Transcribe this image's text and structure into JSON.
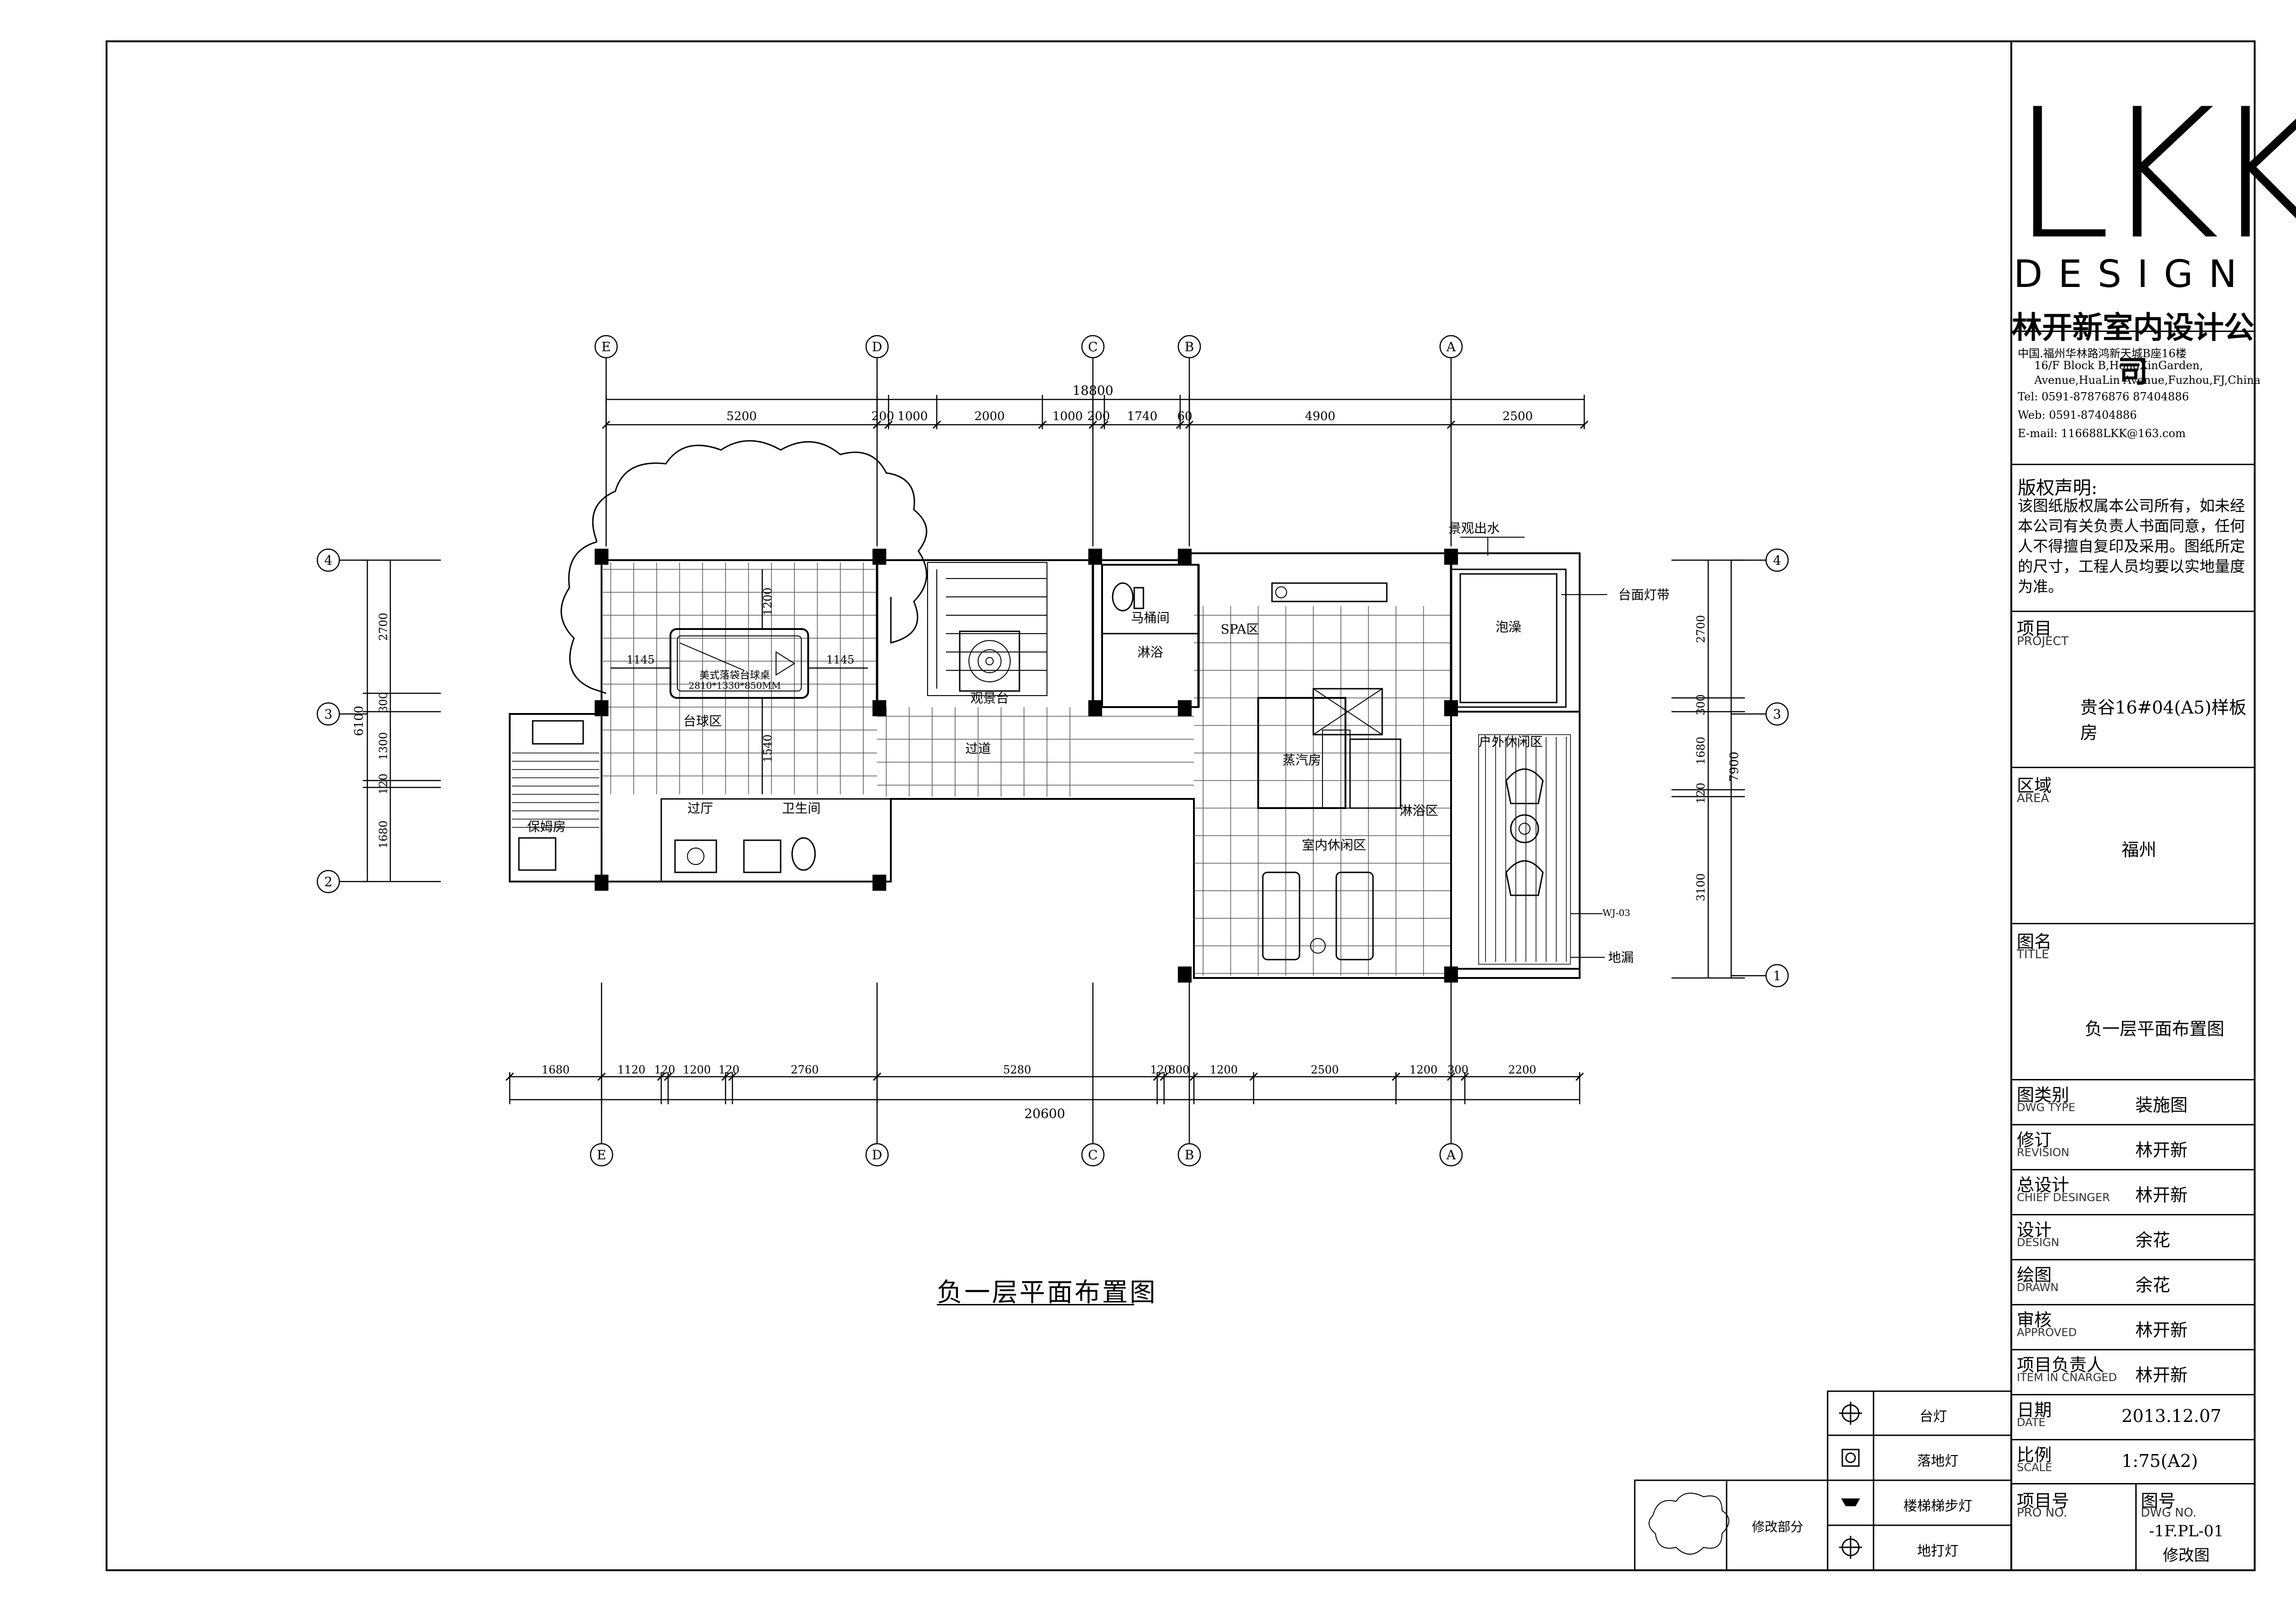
{
  "company": {
    "logo": "LKK",
    "logo_sub": "DESIGN",
    "name": "林开新室内设计公司",
    "address_lines": [
      "中国.福州华林路鸿新天城B座16楼",
      "16/F Block B,HongXinGarden,",
      "Avenue,HuaLin Avenue,Fuzhou,FJ,China",
      "Tel: 0591-87876876  87404886",
      "Web: 0591-87404886",
      "E-mail: 116688LKK@163.com"
    ]
  },
  "copyright": {
    "title": "版权声明:",
    "body": "该图纸版权属本公司所有，如未经本公司有关负责人书面同意，任何人不得擅自复印及采用。图纸所定的尺寸，工程人员均要以实地量度为准。"
  },
  "title_block": {
    "project": {
      "cn": "项目",
      "en": "PROJECT",
      "value": "贵谷16#04(A5)样板房"
    },
    "area": {
      "cn": "区域",
      "en": "AREA",
      "value": "福州"
    },
    "title": {
      "cn": "图名",
      "en": "TITLE",
      "value": "负一层平面布置图"
    },
    "rows": [
      {
        "cn": "图类别",
        "en": "DWG TYPE",
        "value": "装施图"
      },
      {
        "cn": "修订",
        "en": "REVISION",
        "value": "林开新"
      },
      {
        "cn": "总设计",
        "en": "CHIEF DESINGER",
        "value": "林开新"
      },
      {
        "cn": "设计",
        "en": "DESIGN",
        "value": "余花"
      },
      {
        "cn": "绘图",
        "en": "DRAWN",
        "value": "余花"
      },
      {
        "cn": "审核",
        "en": "APPROVED",
        "value": "林开新"
      },
      {
        "cn": "项目负责人",
        "en": "ITEM IN CNARGED",
        "value": "林开新"
      },
      {
        "cn": "日期",
        "en": "DATE",
        "value": "2013.12.07"
      },
      {
        "cn": "比例",
        "en": "SCALE",
        "value": "1:75(A2)"
      }
    ],
    "pro_no": {
      "cn": "项目号",
      "en": "PRO NO."
    },
    "dwg_no": {
      "cn": "图号",
      "en": "DWG NO.",
      "value": "-1F.PL-01",
      "extra": "修改图"
    }
  },
  "legend": {
    "items": [
      "台灯",
      "落地灯",
      "楼梯梯步灯",
      "地打灯"
    ],
    "revision_label": "修改部分"
  },
  "drawing": {
    "title": "负一层平面布置图",
    "grid_top": [
      "E",
      "D",
      "C",
      "B",
      "A"
    ],
    "grid_left": [
      "4",
      "3",
      "2"
    ],
    "grid_right": [
      "4",
      "3",
      "1"
    ],
    "dims_top_total": "18800",
    "dims_top": [
      "5200",
      "200",
      "1000",
      "2000",
      "1000",
      "200",
      "1740",
      "60",
      "4900",
      "2500"
    ],
    "dims_bottom_total": "20600",
    "dims_bottom": [
      "1680",
      "1120",
      "120",
      "1200",
      "120",
      "2760",
      "5280",
      "120",
      "800",
      "1200",
      "2500",
      "1200",
      "300",
      "2200"
    ],
    "dims_left_total": "6100",
    "dims_left": [
      "2700",
      "300",
      "1300",
      "120",
      "1680"
    ],
    "dims_right_total": "7900",
    "dims_right": [
      "2700",
      "300",
      "1680",
      "120",
      "3100"
    ],
    "rooms": [
      "台球区",
      "过厅",
      "卫生间",
      "保姆房",
      "观景台",
      "过道",
      "马桶间",
      "淋浴",
      "SPA区",
      "蒸汽房",
      "室内休闲区",
      "淋浴区",
      "泡澡",
      "户外休闲区"
    ],
    "table_label": "美式落袋台球桌",
    "table_size": "2810*1330*850MM",
    "dims_inner": [
      "1145",
      "1145",
      "1200",
      "1540"
    ],
    "callouts": [
      "景观出水",
      "台面灯带",
      "地漏",
      "WJ-03"
    ]
  }
}
